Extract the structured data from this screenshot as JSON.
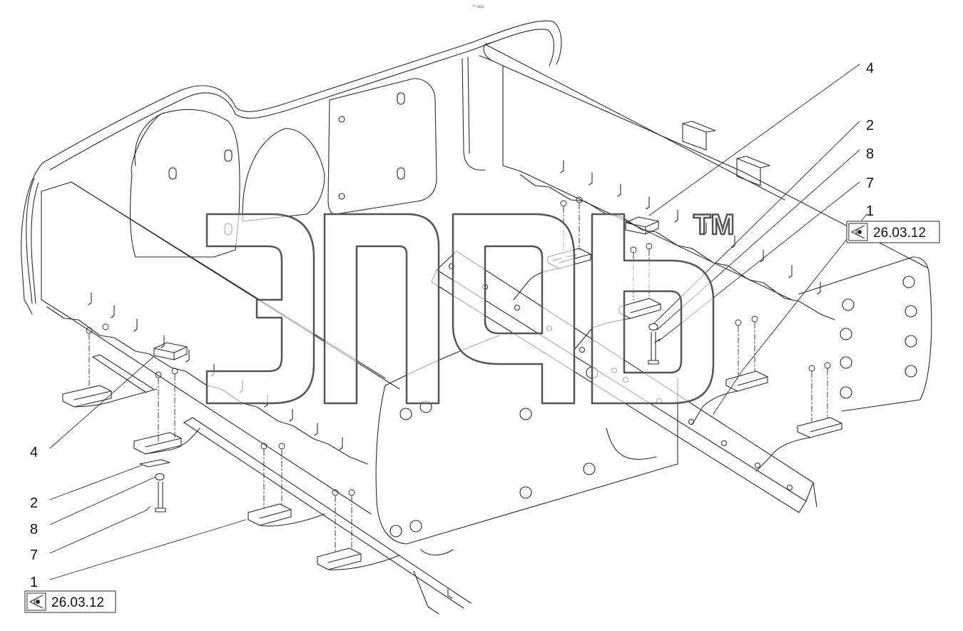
{
  "header": {
    "mark": "⁰⁰ ooo"
  },
  "callouts": {
    "right_4": "4",
    "right_2": "2",
    "right_8": "8",
    "right_7": "7",
    "right_1": "1",
    "left_4": "4",
    "left_2": "2",
    "left_8": "8",
    "left_7": "7",
    "left_1": "1"
  },
  "reference_boxes": {
    "right": {
      "icon": "eye-icon",
      "label": "26.03.12"
    },
    "left": {
      "icon": "eye-icon",
      "label": "26.03.12"
    }
  },
  "watermark": {
    "trademark": "TM"
  },
  "colors": {
    "line": "#2a2a2a",
    "watermark_outline": "#555555"
  }
}
